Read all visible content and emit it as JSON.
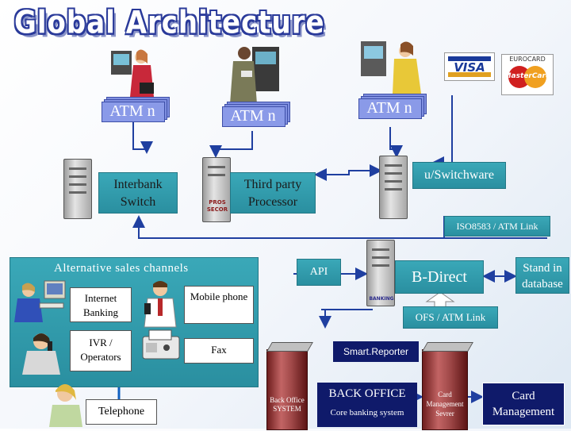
{
  "title": "Global Architecture",
  "atms": [
    "ATM n",
    "ATM n",
    "ATM n"
  ],
  "boxes": {
    "interbank": "Interbank Switch",
    "third_party": "Third party Processor",
    "switchware": "u/Switchware",
    "iso": "ISO8583 / ATM Link",
    "alt_channels": "Alternative sales channels",
    "internet_banking": "Internet Banking",
    "mobile_phone": "Mobile phone",
    "ivr": "IVR / Operators",
    "fax": "Fax",
    "telephone": "Telephone",
    "api": "API",
    "bdirect": "B-Direct",
    "stand_in": "Stand in database",
    "ofs": "OFS / ATM Link",
    "smart_reporter": "Smart.Reporter",
    "back_office": "BACK OFFICE",
    "core_banking": "Core banking system",
    "card_management": "Card Management",
    "card_management_server": "Card Management Sevrer",
    "back_office_system": "Back Office SYSTEM",
    "pros_secor": "PROS SECOR",
    "banking_label": "BANKING"
  },
  "logos": {
    "visa": "VISA",
    "eurocard": "EUROCARD",
    "mastercard": "MasterCard"
  },
  "colors": {
    "teal": "#3aa8b8",
    "atm": "#7f8fe0",
    "arrow": "#1f3fa0",
    "darkblue": "#0f1a6a"
  }
}
